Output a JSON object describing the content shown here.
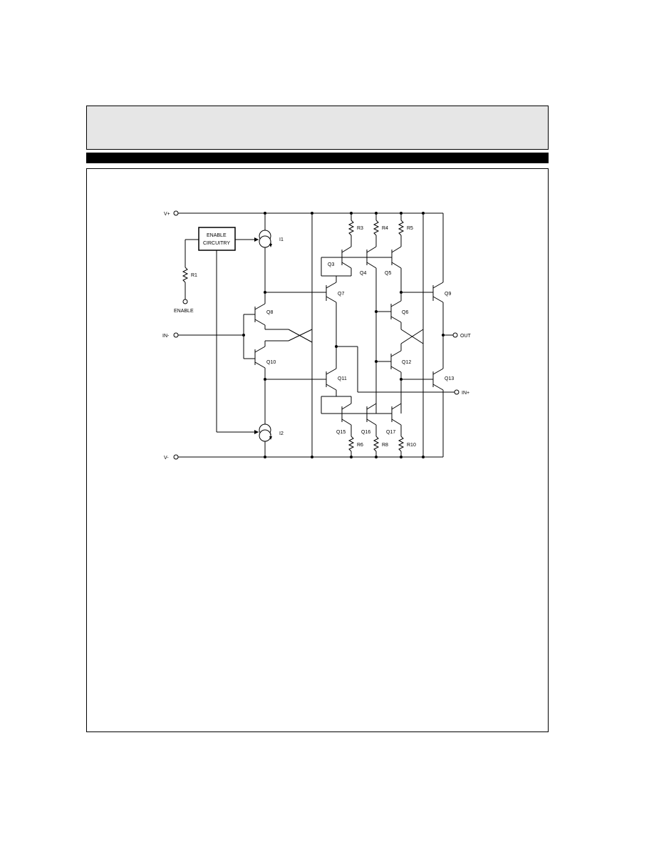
{
  "labels": {
    "vplus": "V+",
    "vminus": "V-",
    "in_minus": "IN-",
    "in_plus": "IN+",
    "out": "OUT",
    "enable": "ENABLE",
    "enable_block_line1": "ENABLE",
    "enable_block_line2": "CIRCUITRY",
    "r1": "R1",
    "i1": "I1",
    "i2": "I2",
    "r3": "R3",
    "r4": "R4",
    "r5": "R5",
    "r6": "R6",
    "r8": "R8",
    "r10": "R10",
    "q3": "Q3",
    "q4": "Q4",
    "q5": "Q5",
    "q6": "Q6",
    "q7": "Q7",
    "q8": "Q8",
    "q9": "Q9",
    "q10": "Q10",
    "q11": "Q11",
    "q12": "Q12",
    "q13": "Q13",
    "q15": "Q15",
    "q16": "Q16",
    "q17": "Q17"
  }
}
